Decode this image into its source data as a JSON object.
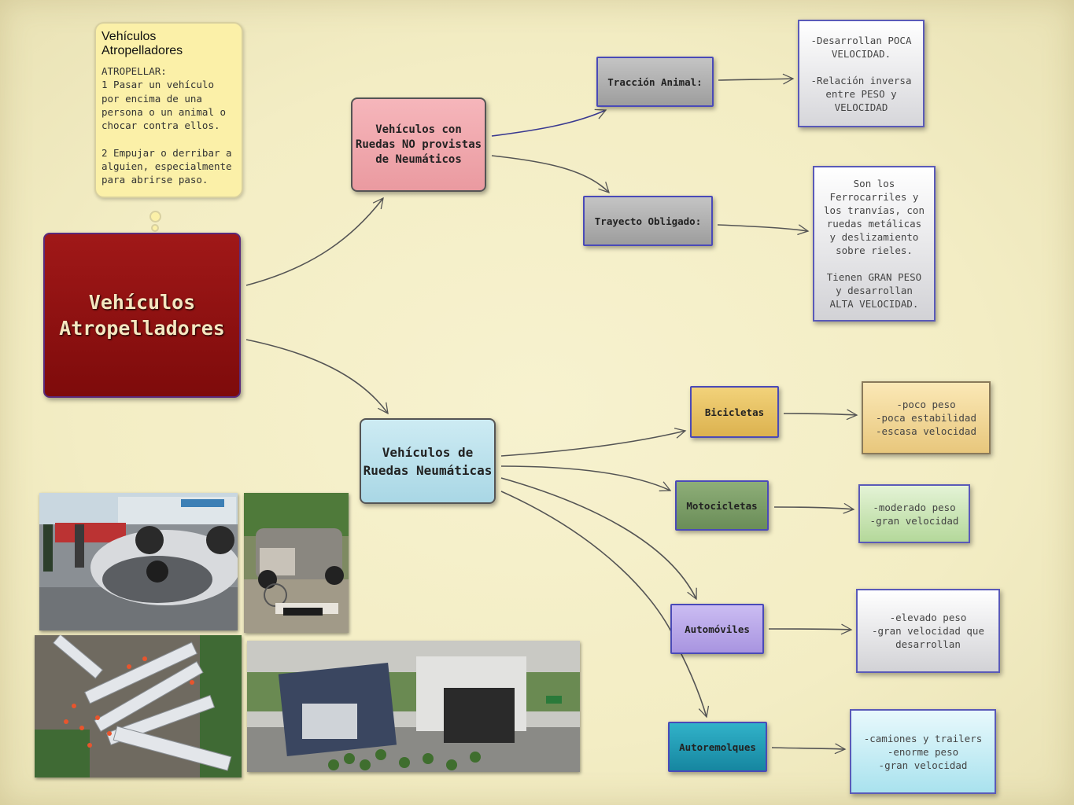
{
  "note": {
    "title": "Vehículos Atropelladores",
    "body": "ATROPELLAR:\n1   Pasar un vehículo por encima de una persona o un animal o chocar contra ellos.\n\n2   Empujar o derribar a alguien, especialmente para abrirse paso."
  },
  "root": {
    "label": "Vehículos Atropelladores"
  },
  "categories": {
    "no_neumaticos": {
      "label": "Vehículos con Ruedas NO provistas de Neumáticos"
    },
    "neumaticas": {
      "label": "Vehículos de Ruedas Neumáticas"
    }
  },
  "types": {
    "traccion": {
      "label": "Tracción Animal:",
      "desc": "-Desarrollan POCA VELOCIDAD.\n\n-Relación inversa entre PESO y VELOCIDAD"
    },
    "trayecto": {
      "label": "Trayecto Obligado:",
      "desc": "Son los Ferrocarriles y los tranvías, con ruedas metálicas y deslizamiento sobre rieles.\n\nTienen GRAN PESO y desarrollan ALTA VELOCIDAD."
    },
    "bicicletas": {
      "label": "Bicicletas",
      "desc": "-poco peso\n-poca estabilidad\n-escasa velocidad"
    },
    "motocicletas": {
      "label": "Motocicletas",
      "desc": "-moderado peso\n-gran velocidad"
    },
    "automoviles": {
      "label": "Automóviles",
      "desc": "-elevado peso\n-gran velocidad que desarrollan"
    },
    "autoremolques": {
      "label": "Autoremolques",
      "desc": "-camiones y trailers\n-enorme peso\n-gran velocidad"
    }
  },
  "colors": {
    "bicicletas": "#e9c56a",
    "motocicletas": "#7ea06a",
    "automoviles": "#b9a6e8",
    "autoremolques": "#1f9fb8"
  },
  "photos": {
    "accident_car": "overturned-car-photo",
    "accident_bike": "bicycle-accident-photo",
    "train": "train-derailment-photo",
    "trucks": "truck-collision-photo"
  }
}
